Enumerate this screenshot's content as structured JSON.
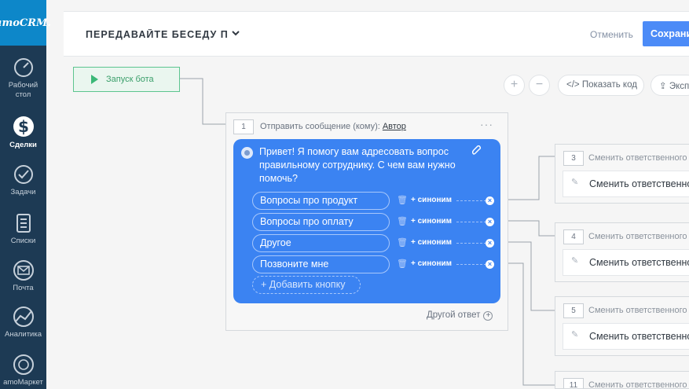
{
  "sidebar": {
    "logo": "amoCRM.",
    "items": [
      {
        "label": "Рабочий стол",
        "icon": "dashboard-icon"
      },
      {
        "label": "Сделки",
        "icon": "deals-icon"
      },
      {
        "label": "Задачи",
        "icon": "tasks-icon"
      },
      {
        "label": "Списки",
        "icon": "lists-icon"
      },
      {
        "label": "Почта",
        "icon": "mail-icon"
      },
      {
        "label": "Аналитика",
        "icon": "analytics-icon"
      },
      {
        "label": "amoМаркет",
        "icon": "market-icon"
      }
    ]
  },
  "header": {
    "title": "ПЕРЕДАВАЙТЕ БЕСЕДУ ПРАВИЛЬНОМУ",
    "cancel_label": "Отменить",
    "save_label": "Сохранить"
  },
  "toolbar": {
    "zoom_in": "+",
    "zoom_out": "−",
    "show_code_label": "</> Показать код",
    "export_label": "Экспорт"
  },
  "start_node": {
    "label": "Запуск бота"
  },
  "main_node": {
    "step": "1",
    "action": "Отправить сообщение (кому):",
    "recipient": "Автор",
    "menu": "···",
    "message": "Привет! Я помогу вам адресовать вопрос правильному сотруднику. С чем вам нужно помочь?",
    "answers": [
      {
        "label": "Вопросы про продукт"
      },
      {
        "label": "Вопросы про оплату"
      },
      {
        "label": "Другое"
      },
      {
        "label": "Позвоните мне"
      }
    ],
    "synonym_label": "+ синоним",
    "add_button_label": "+ Добавить кнопку",
    "other_answer_label": "Другой ответ"
  },
  "right_nodes": [
    {
      "step": "3",
      "title": "Сменить ответственного",
      "body": "Сменить ответственного"
    },
    {
      "step": "4",
      "title": "Сменить ответственного",
      "body": "Сменить ответственного"
    },
    {
      "step": "5",
      "title": "Сменить ответственного",
      "body": "Сменить ответственного"
    },
    {
      "step": "11",
      "title": "Сменить ответственного",
      "body": ""
    }
  ],
  "colors": {
    "sidebar": "#1d3a54",
    "accent": "#4c8bf7",
    "bubble": "#3b83f2",
    "start_green": "#5dc58f"
  }
}
